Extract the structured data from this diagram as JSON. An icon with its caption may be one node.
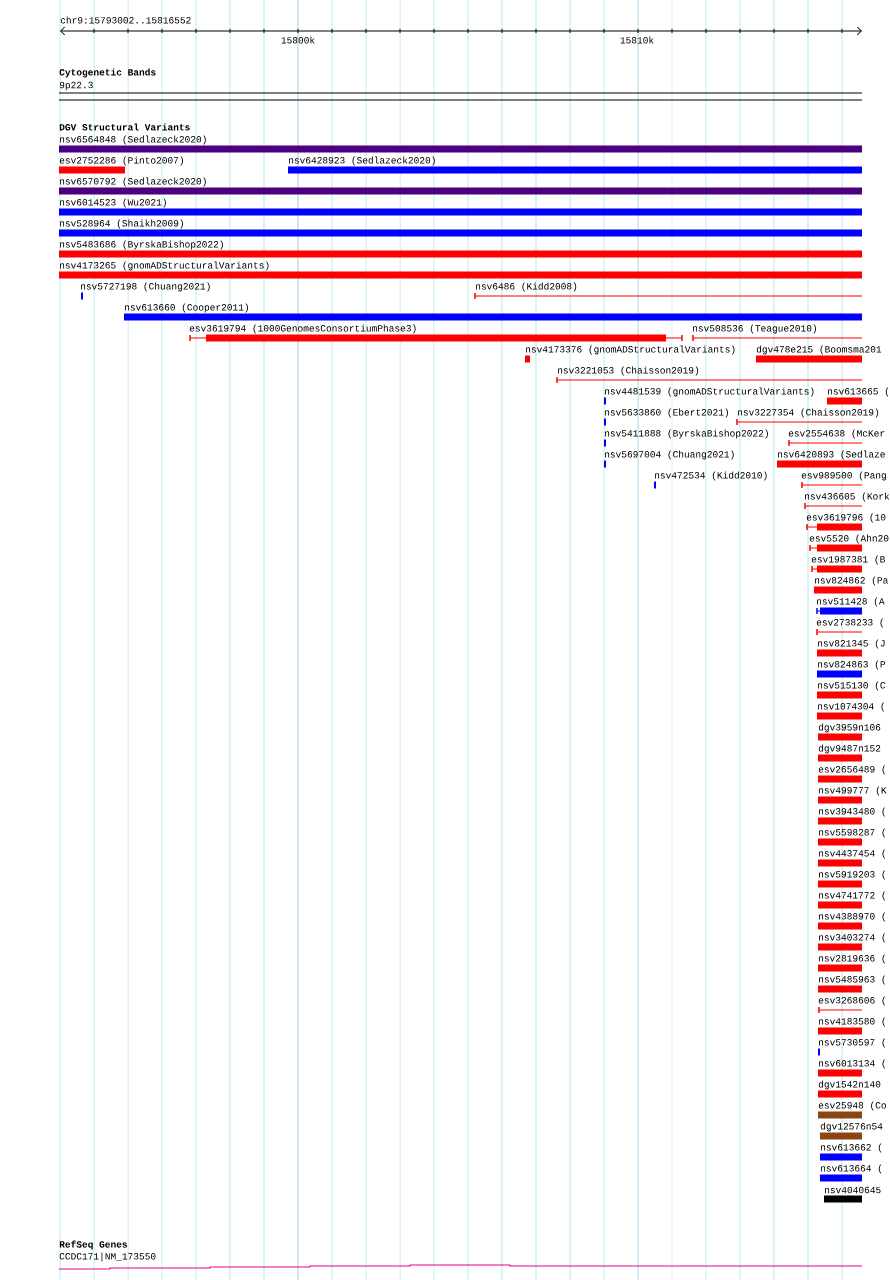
{
  "diagram": {
    "labels": [
      "chr9:15793002..15816552",
      "15800k",
      "15810k",
      "Cytogenetic Bands",
      "9p22.3",
      "DGV Structural Variants",
      "nsv6564848 (Sedlazeck2020)",
      "esv2752286 (Pinto2007)",
      "nsv6428923 (Sedlazeck2020)",
      "nsv6570792 (Sedlazeck2020)",
      "nsv6014523 (Wu2021)",
      "nsv528964 (Shaikh2009)",
      "nsv5483686 (ByrskaBishop2022)",
      "nsv4173265 (gnomADStructuralVariants)",
      "nsv5727198 (Chuang2021)",
      "nsv6486 (Kidd2008)",
      "nsv613660 (Cooper2011)",
      "esv3619794 (1000GenomesConsortiumPhase3)",
      "nsv508536 (Teague2010)",
      "nsv4173376 (gnomADStructuralVariants)",
      "dgv478e215 (Boomsma201",
      "nsv3221053 (Chaisson2019)",
      "nsv4481539 (gnomADStructuralVariants)",
      "nsv613665 (",
      "nsv5633860 (Ebert2021)",
      "nsv3227354 (Chaisson2019)",
      "nsv5411888 (ByrskaBishop2022)",
      "esv2554638 (McKer",
      "nsv5697004 (Chuang2021)",
      "nsv6420893 (Sedlaze",
      "nsv472534 (Kidd2010)",
      "esv989500 (Pang",
      "nsv436605 (Kork",
      "esv3619796 (10",
      "esv5520 (Ahn20",
      "esv1987381 (B",
      "nsv824862 (Pa",
      "nsv511428 (A",
      "esv2738233 (",
      "nsv821345 (J",
      "nsv824863 (P",
      "nsv515130 (C",
      "nsv1074304 (",
      "dgv3959n106",
      "dgv9487n152",
      "esv2656489 (",
      "nsv499777 (K",
      "nsv3943480 (",
      "nsv5598287 (",
      "nsv4437454 (",
      "nsv5919203 (",
      "nsv4741772 (",
      "nsv4388970 (",
      "nsv3403274 (",
      "nsv2819636 (",
      "nsv5485963 (",
      "esv3268606 (",
      "nsv4183580 (",
      "nsv5730597 (",
      "nsv6013134 (",
      "dgv1542n140",
      "esv25948 (Co",
      "dgv12576n54",
      "nsv613662 (",
      "nsv613664 (",
      "nsv4040645",
      "RefSeq Genes",
      "CCDC171|NM_173550"
    ]
  }
}
